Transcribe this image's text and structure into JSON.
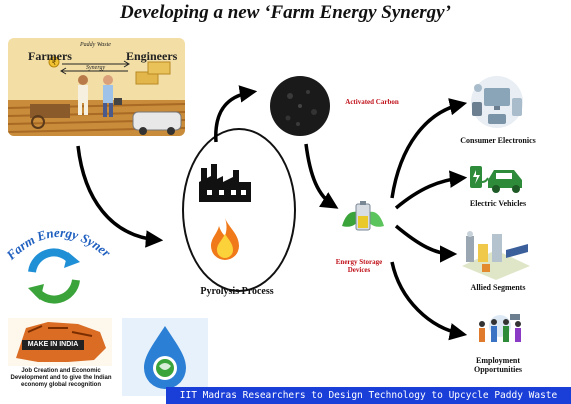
{
  "title": "Developing a new ‘Farm Energy Synergy’",
  "farm_panel": {
    "farmers_label": "Farmers",
    "engineers_label": "Engineers",
    "paddy_waste_label": "Paddy Waste",
    "synergy_label": "Synergy"
  },
  "synergy_logo_text": "Farm Energy Synergy",
  "process": {
    "pyrolysis_label": "Pyrolysis Process",
    "activated_carbon_label": "Activated Carbon",
    "energy_storage_label_line1": "Energy Storage",
    "energy_storage_label_line2": "Devices"
  },
  "applications": [
    {
      "label": "Consumer Electronics"
    },
    {
      "label": "Electric Vehicles"
    },
    {
      "label": "Allied Segments"
    },
    {
      "label_line1": "Employment",
      "label_line2": "Opportunities"
    }
  ],
  "make_in_india": {
    "logo_text": "MAKE IN INDIA",
    "caption_line1": "Job Creation and Economic",
    "caption_line2": "Development and to give the Indian",
    "caption_line3": "economy global recognition"
  },
  "banner_text": "IIT Madras Researchers to Design Technology to Upcycle Paddy Waste",
  "colors": {
    "banner": "#1a3fd8",
    "red_label": "#c0111a",
    "farm_bg": "#f3dfa6",
    "logo_blue": "#1f5fbf",
    "logo_green": "#3aa43a"
  }
}
